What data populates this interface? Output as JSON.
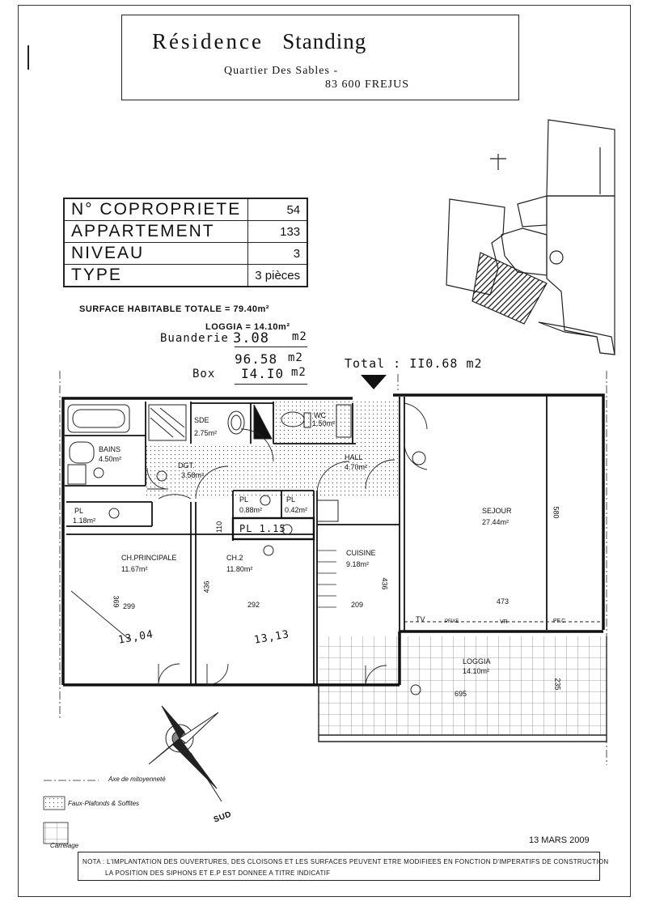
{
  "header": {
    "title_part1": "Résidence",
    "title_part2": "Standing",
    "address_line1": "Quartier Des Sables -",
    "address_line2": "83 600 FREJUS"
  },
  "info_table": [
    {
      "label": "N° COPROPRIETE",
      "value": "54"
    },
    {
      "label": "APPARTEMENT",
      "value": "133"
    },
    {
      "label": "NIVEAU",
      "value": "3"
    },
    {
      "label": "TYPE",
      "value": "3 pièces"
    }
  ],
  "surfaces": {
    "habitable": "SURFACE HABITABLE TOTALE = 79.40m²",
    "loggia": "LOGGIA = 14.10m²",
    "buanderie_label": "Buanderie",
    "buanderie_value": "3.08",
    "buanderie_unit": "m2",
    "subtotal_value": "96.58",
    "subtotal_unit": "m2",
    "box_label": "Box",
    "box_value": "I4.I0",
    "box_unit": "m2",
    "total": "Total :  II0.68 m2"
  },
  "rooms": {
    "sde_name": "SDE",
    "sde_area": "2.75m²",
    "wc_name": "WC",
    "wc_area": "1.50m²",
    "bains_name": "BAINS",
    "bains_area": "4.50m²",
    "dgt_name": "DGT.",
    "dgt_area": "3.58m²",
    "hall_name": "HALL",
    "hall_area": "4.70m²",
    "pl1_name": "PL",
    "pl1_area": "1.18m²",
    "pl2_name": "PL",
    "pl2_area": "0.88m²",
    "pl3_name": "PL",
    "pl3_area": "0.42m²",
    "pl4_label": "PL 1.15",
    "sejour_name": "SEJOUR",
    "sejour_area": "27.44m²",
    "chp_name": "CH.PRINCIPALE",
    "chp_area": "11.67m²",
    "ch2_name": "CH.2",
    "ch2_area": "11.80m²",
    "cuisine_name": "CUISINE",
    "cuisine_area": "9.18m²",
    "loggia_name": "LOGGIA",
    "loggia_area": "14.10m²"
  },
  "dimensions": {
    "d580": "580",
    "d473": "473",
    "d299": "299",
    "d369": "369",
    "d292": "292",
    "d436a": "436",
    "d436b": "436",
    "d209": "209",
    "d695": "695",
    "d235": "235",
    "d110": "110"
  },
  "handwritten": {
    "chp": "13,04",
    "ch2": "13,13"
  },
  "markers": {
    "tv": "TV",
    "vr": "VR",
    "pfixe": "PFIXE",
    "pfc": "PF.C"
  },
  "compass": {
    "south": "SUD"
  },
  "legend": {
    "axe": "Axe de mitoyenneté",
    "faux": "Faux-Plafonds & Soffites",
    "carrelage": "Carrelage"
  },
  "date": "13 MARS 2009",
  "note": {
    "line1": "NOTA : L'IMPLANTATION DES OUVERTURES, DES CLOISONS ET LES SURFACES PEUVENT ETRE MODIFIEES EN FONCTION D'IMPERATIFS DE CONSTRUCTION",
    "line2": "LA POSITION DES SIPHONS ET E.P EST DONNEE A TITRE INDICATIF"
  }
}
